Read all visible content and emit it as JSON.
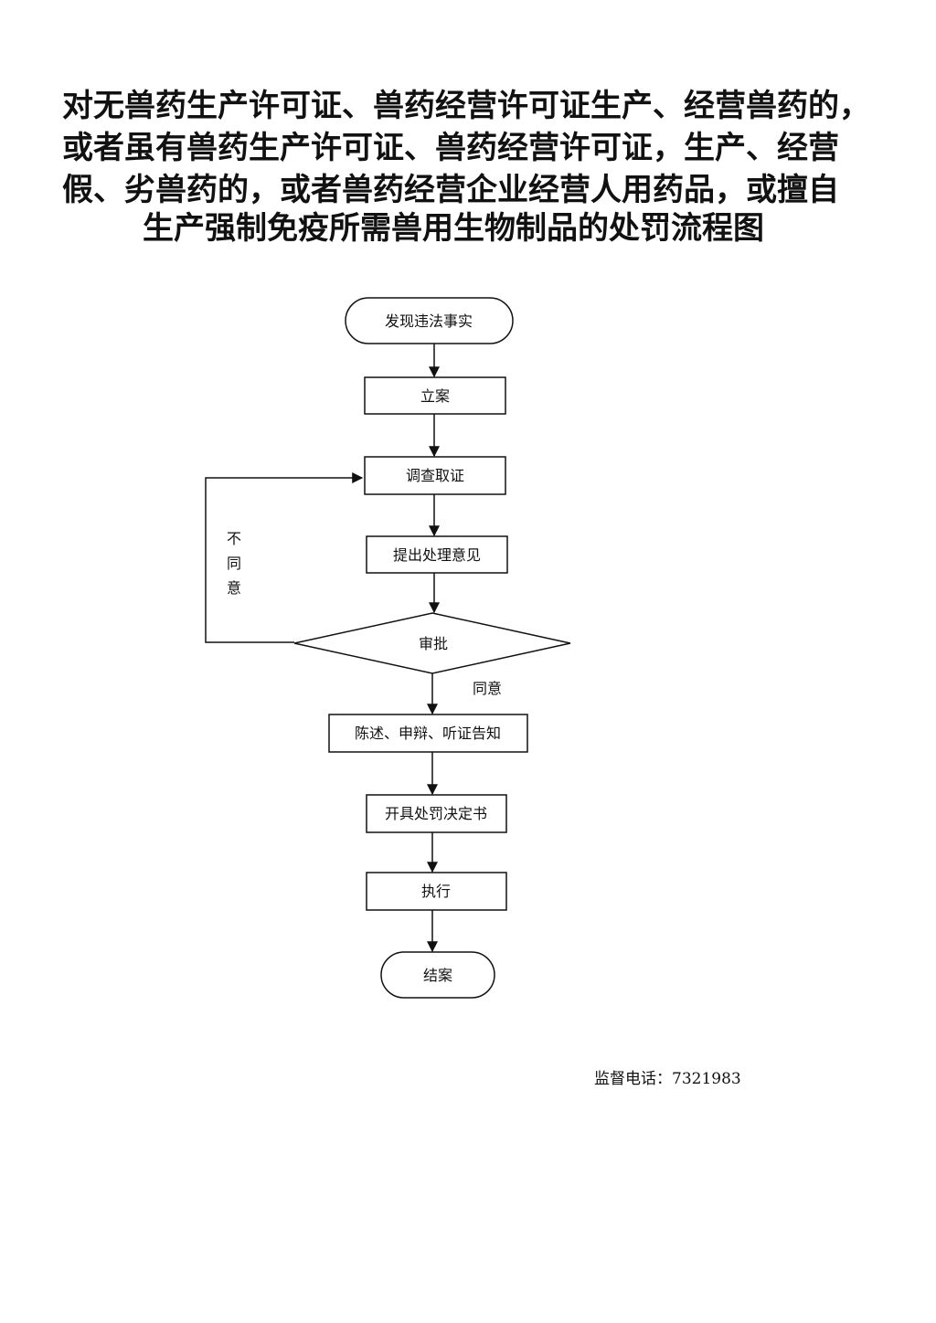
{
  "title": {
    "lines": [
      "对无兽药生产许可证、兽药经营许可证生产、经营兽药的，",
      "或者虽有兽药生产许可证、兽药经营许可证，生产、经营",
      "假、劣兽药的，或者兽药经营企业经营人用药品，或擅自",
      "生产强制免疫所需兽用生物制品的处罚流程图"
    ]
  },
  "flowchart": {
    "nodes": {
      "discover": "发现违法事实",
      "file_case": "立案",
      "investigate": "调查取证",
      "opinion": "提出处理意见",
      "approval": "审批",
      "notify": "陈述、申辩、听证告知",
      "decision": "开具处罚决定书",
      "execute": "执行",
      "close": "结案"
    },
    "edge_labels": {
      "disagree": [
        "不",
        "同",
        "意"
      ],
      "agree": "同意"
    }
  },
  "footer": {
    "hotline": "监督电话：7321983"
  }
}
